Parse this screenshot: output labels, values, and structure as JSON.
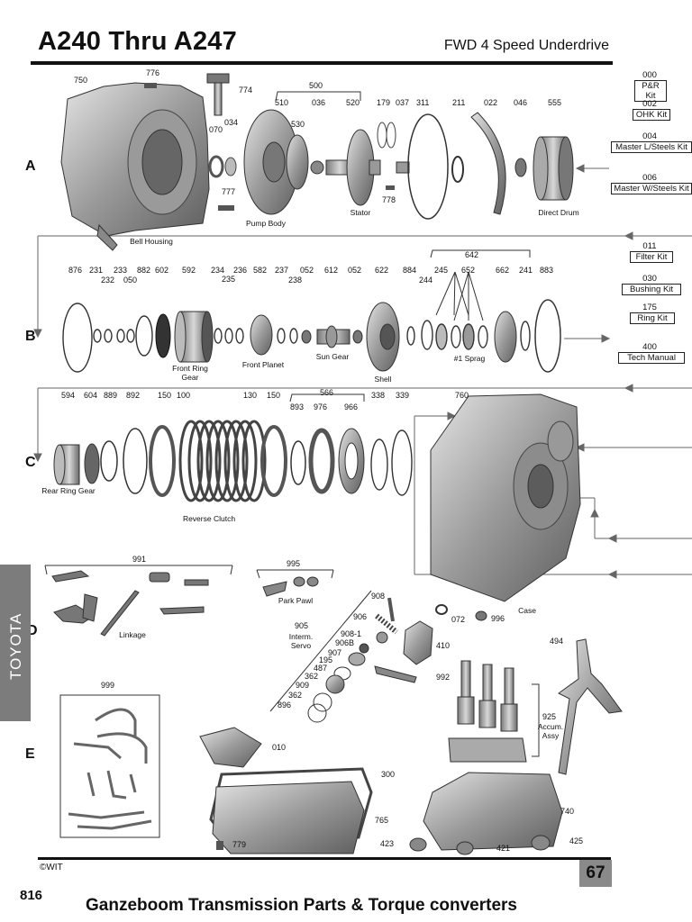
{
  "header": {
    "title": "A240 Thru A247",
    "subtitle": "FWD 4 Speed Underdrive"
  },
  "rows": [
    "A",
    "B",
    "C",
    "D",
    "E"
  ],
  "kits": [
    {
      "code": "000",
      "label": "P&R Kit"
    },
    {
      "code": "002",
      "label": "OHK Kit"
    },
    {
      "code": "004",
      "label": "Master L/Steels Kit"
    },
    {
      "code": "006",
      "label": "Master W/Steels Kit"
    },
    {
      "code": "011",
      "label": "Filter Kit"
    },
    {
      "code": "030",
      "label": "Bushing Kit"
    },
    {
      "code": "175",
      "label": "Ring Kit"
    },
    {
      "code": "400",
      "label": "Tech Manual"
    }
  ],
  "row_a": {
    "numbers": [
      "750",
      "776",
      "774",
      "070",
      "034",
      "777",
      "500",
      "510",
      "530",
      "036",
      "520",
      "179",
      "037",
      "778",
      "311",
      "211",
      "022",
      "046",
      "555"
    ],
    "captions": [
      "Bell Housing",
      "Pump Body",
      "Stator",
      "Direct Drum"
    ]
  },
  "row_b": {
    "numbers": [
      "876",
      "231",
      "232",
      "233",
      "050",
      "882",
      "602",
      "592",
      "234",
      "235",
      "236",
      "582",
      "237",
      "238",
      "052",
      "612",
      "052",
      "622",
      "884",
      "244",
      "245",
      "642",
      "652",
      "662",
      "241",
      "883"
    ],
    "captions": [
      "Front Ring Gear",
      "Front Planet",
      "Sun Gear",
      "Shell",
      "#1 Sprag"
    ]
  },
  "row_c": {
    "numbers": [
      "594",
      "604",
      "889",
      "892",
      "150",
      "100",
      "130",
      "150",
      "566",
      "893",
      "976",
      "966",
      "338",
      "339",
      "760"
    ],
    "captions": [
      "Rear Ring Gear",
      "Reverse Clutch",
      "Case"
    ]
  },
  "row_d": {
    "numbers": [
      "991",
      "995",
      "908",
      "905",
      "906",
      "908-1",
      "906B",
      "907",
      "195",
      "487",
      "909",
      "362",
      "362",
      "896",
      "072",
      "996",
      "410",
      "992",
      "494"
    ],
    "captions": [
      "Linkage",
      "Park Pawl",
      "Interm. Servo"
    ]
  },
  "row_e": {
    "numbers": [
      "999",
      "010",
      "300",
      "765",
      "779",
      "925",
      "740",
      "423",
      "421",
      "425"
    ],
    "captions": [
      "Accum. Assy"
    ]
  },
  "side_tab": "TOYOTA",
  "footer": {
    "copyright": "©WIT",
    "page_number": "67",
    "doc_number": "816",
    "company": "Ganzeboom Transmission Parts & Torque converters"
  },
  "colors": {
    "ink": "#111111",
    "tab": "#7c7c7c",
    "page_box": "#8a8a8a",
    "metal_light": "#cfcfcf",
    "metal_dark": "#6e6e6e"
  }
}
